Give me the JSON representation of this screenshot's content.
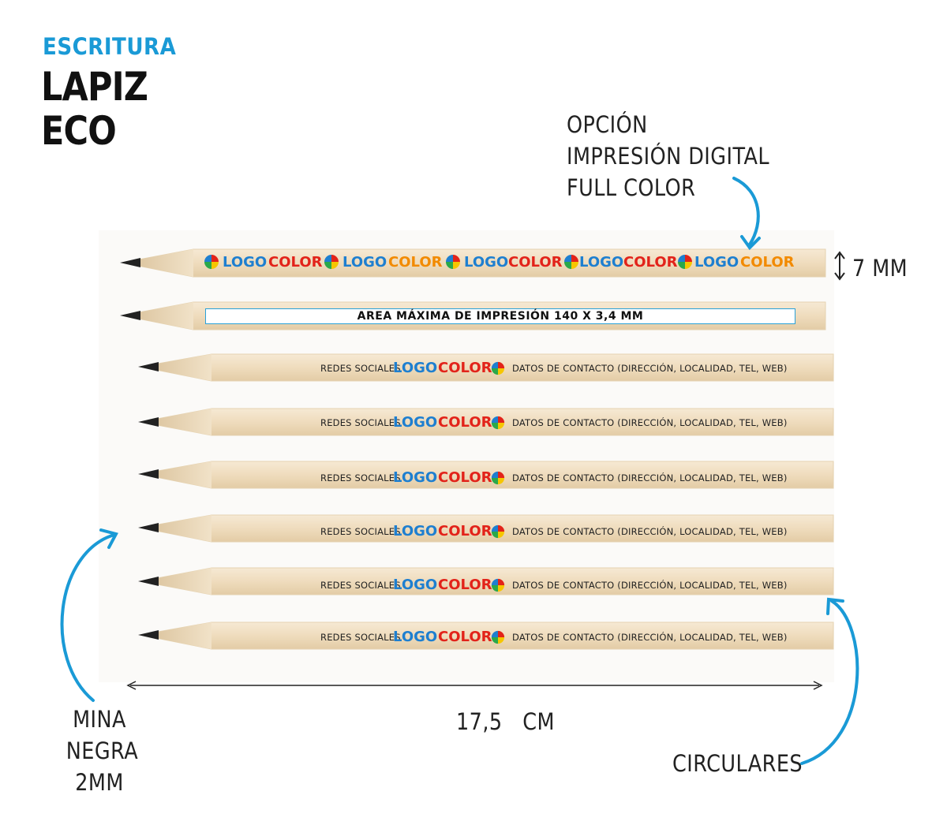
{
  "header": {
    "category": "ESCRITURA",
    "title_line1": "LAPIZ",
    "title_line2": "ECO"
  },
  "callouts": {
    "digital_line1": "OPCIÓN",
    "digital_line2": "IMPRESIÓN DIGITAL",
    "digital_line3": "FULL COLOR",
    "mina_line1": "MINA",
    "mina_line2": "NEGRA",
    "mina_line3": "2MM",
    "circulares": "CIRCULARES"
  },
  "dimensions": {
    "width_label": "7 MM",
    "length_label": "17,5   CM"
  },
  "print_area": {
    "label": "AREA MÁXIMA DE IMPRESIÓN 140 X 3,4 MM"
  },
  "pencil_text": {
    "logo_word": "LOGO",
    "color_word": "COLOR",
    "redes": "REDES SOCIALES",
    "datos": "DATOS DE CONTACTO (DIRECCIÓN, LOCALIDAD, TEL, WEB)"
  },
  "colors": {
    "accent": "#1a9ad6",
    "wood": "#f1dfc3",
    "lead": "#222222",
    "logo_blue": "#1e7fd0",
    "logo_red": "#e2231a",
    "logo_yellow": "#f6c600",
    "logo_green": "#2aa84a",
    "logo_orange": "#f28a00"
  },
  "icons": {
    "pinwheel": "pinwheel-icon",
    "arrow": "curved-arrow-icon",
    "dimension": "double-arrow-icon"
  }
}
